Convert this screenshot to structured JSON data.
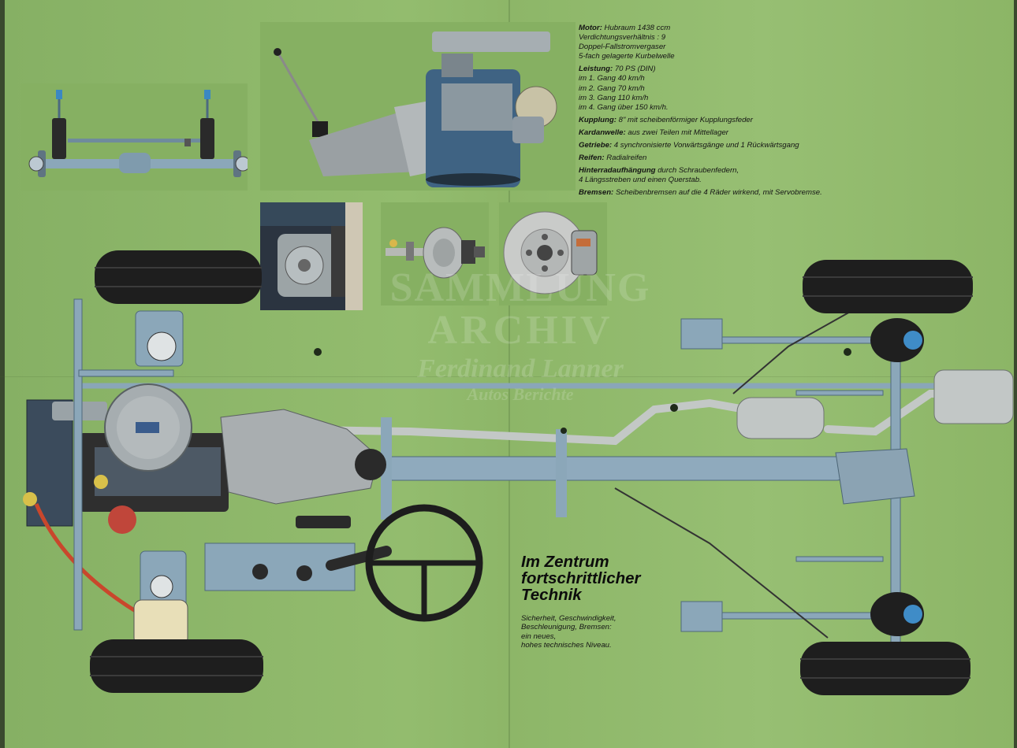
{
  "specs": [
    {
      "label": "Motor:",
      "lines": [
        "Hubraum 1438 ccm",
        "Verdichtungsverhältnis : 9",
        "Doppel-Fallstromvergaser",
        "5-fach gelagerte Kurbelwelle"
      ]
    },
    {
      "label": "Leistung:",
      "lines": [
        "70 PS (DIN)",
        "im 1. Gang  40 km/h",
        "im 2. Gang  70 km/h",
        "im 3. Gang  110 km/h",
        "im 4. Gang  über 150 km/h."
      ]
    },
    {
      "label": "Kupplung:",
      "lines": [
        "8\" mit scheibenförmiger Kupplungsfeder"
      ]
    },
    {
      "label": "Kardanwelle:",
      "lines": [
        "aus zwei Teilen mit Mittellager"
      ]
    },
    {
      "label": "Getriebe:",
      "lines": [
        "4 synchronisierte Vorwärtsgänge und 1 Rückwärtsgang"
      ]
    },
    {
      "label": "Reifen:",
      "lines": [
        "Radialreifen"
      ]
    },
    {
      "label": "Hinterradaufhängung",
      "lines": [
        "durch Schraubenfedern,",
        "4 Längsstreben und einen Querstab."
      ]
    },
    {
      "label": "Bremsen:",
      "lines": [
        "Scheibenbremsen auf die 4 Räder wirkend, mit Servobremse."
      ]
    }
  ],
  "headline": [
    "Im Zentrum",
    "fortschrittlicher",
    "Technik"
  ],
  "subtext": [
    "Sicherheit, Geschwindigkeit,",
    "Beschleunigung, Bremsen:",
    "ein neues,",
    "hohes technisches Niveau."
  ],
  "watermark": [
    "SAMMLUNG",
    "ARCHIV",
    "Ferdinand Lanner",
    "Autos Berichte"
  ],
  "colors": {
    "background": "#8fb86a",
    "chassis_blue": "#8aa6b8",
    "tire": "#1e1e1e",
    "photo_bg": "#7fa85c"
  }
}
